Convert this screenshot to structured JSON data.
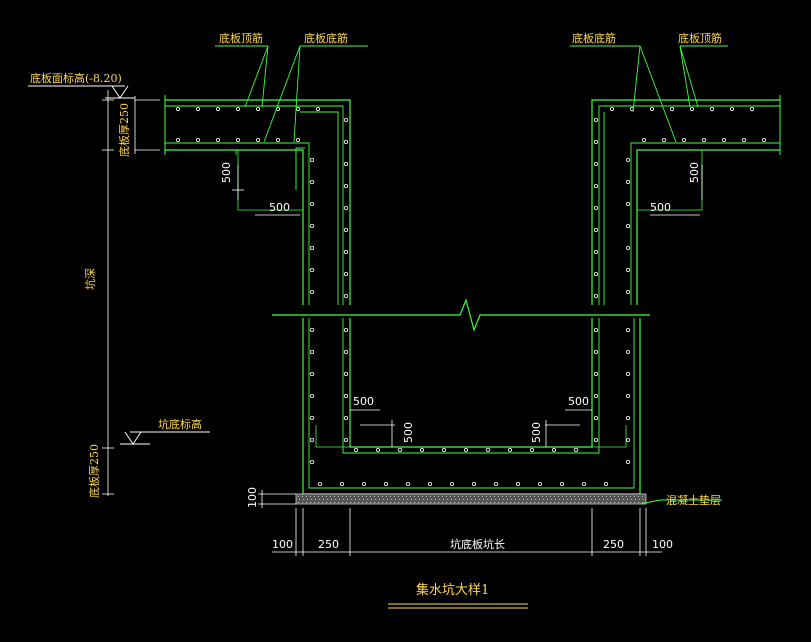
{
  "colors": {
    "background": "#000000",
    "structure": "#3cff3c",
    "rebar": "#ffffff",
    "label": "#ffd84a",
    "dimension": "#ffffff",
    "concrete_hatch": "#9a9a9a"
  },
  "labels": {
    "top_rebar_left": "底板顶筋",
    "bottom_rebar_left": "底板底筋",
    "bottom_rebar_right": "底板底筋",
    "top_rebar_right": "底板顶筋",
    "slab_level": "底板面标高(-8.20)",
    "slab_thickness_top": "底板厚250",
    "pit_depth": "坑深",
    "pit_bottom_level": "坑底标高",
    "slab_thickness_bottom": "底板厚250",
    "cushion_layer": "混凝土垫层",
    "pit_bottom_length": "坑底板坑长"
  },
  "dimensions": {
    "left_anchor_v": "500",
    "left_anchor_h": "500",
    "right_anchor_v": "500",
    "right_anchor_h": "500",
    "bottom_left_h": "500",
    "bottom_left_v": "500",
    "bottom_right_h": "500",
    "bottom_right_v": "500",
    "cushion_thickness": "100",
    "dim_100_left": "100",
    "dim_250_left": "250",
    "dim_250_right": "250",
    "dim_100_right": "100"
  },
  "title": "集水坑大样1"
}
